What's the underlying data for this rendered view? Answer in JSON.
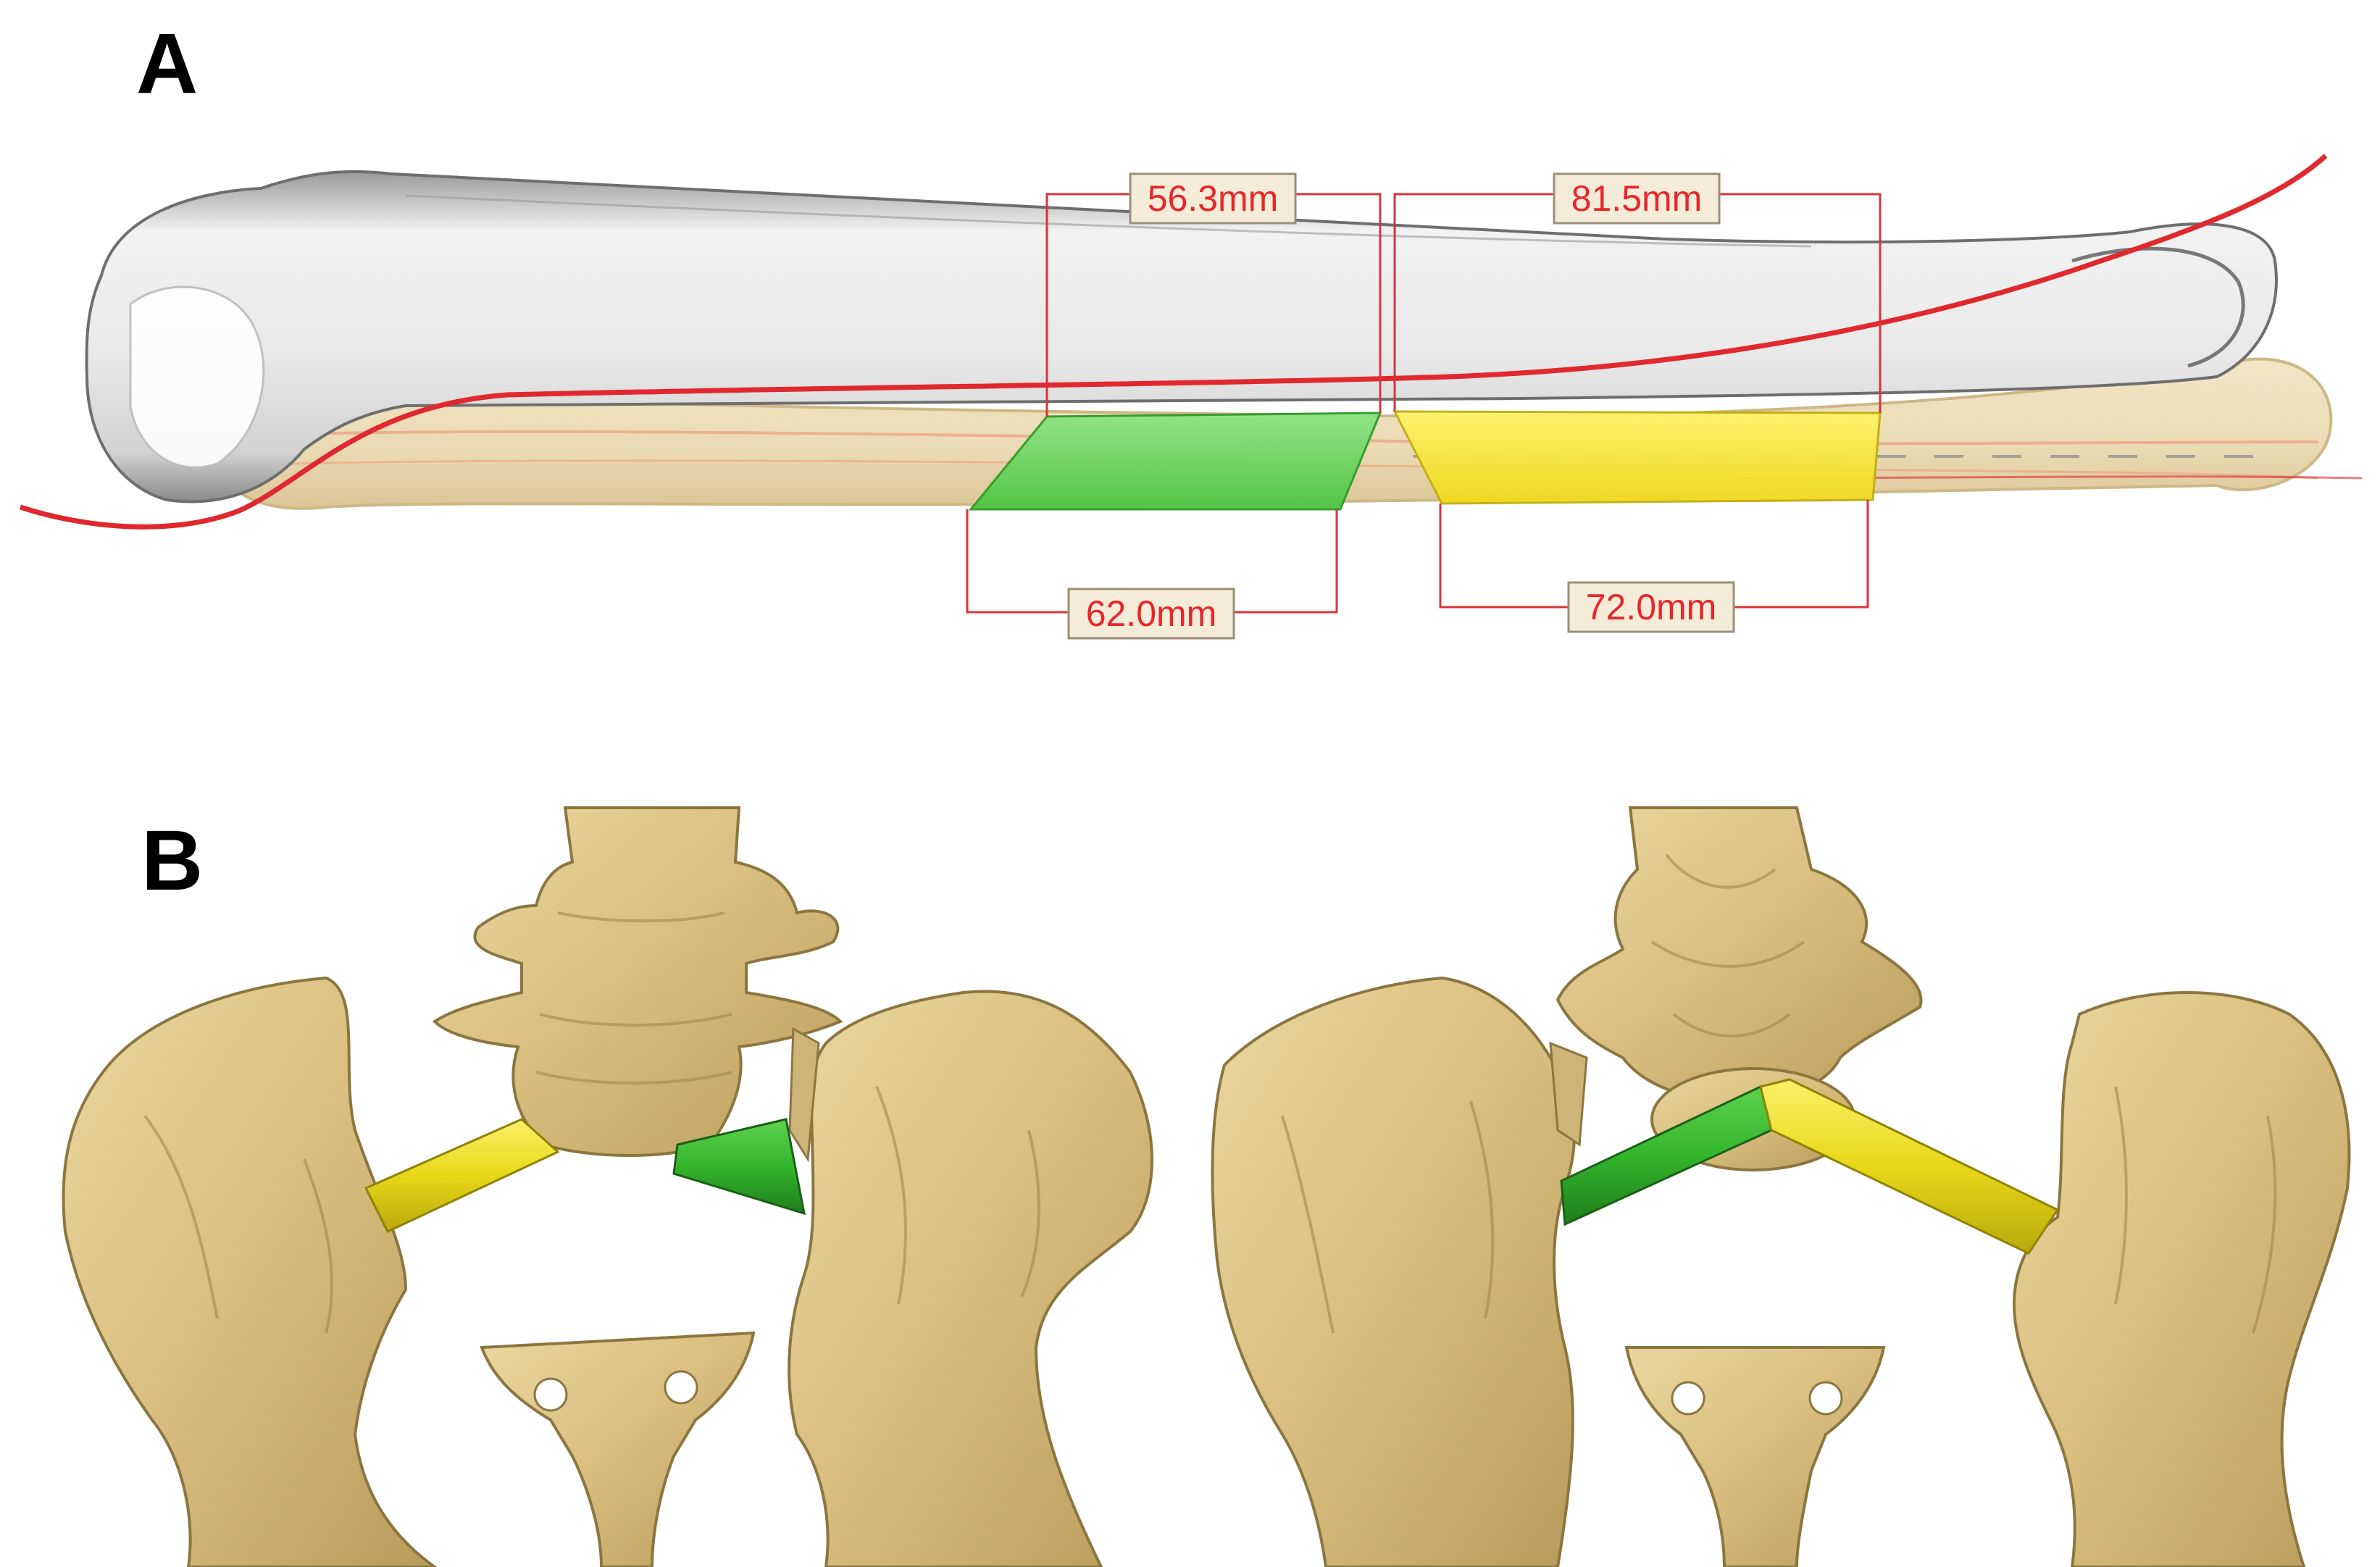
{
  "panels": {
    "a": {
      "label": "A",
      "measurements": {
        "top_left": "56.3mm",
        "top_right": "81.5mm",
        "bottom_left": "62.0mm",
        "bottom_right": "72.0mm"
      }
    },
    "b": {
      "label": "B"
    }
  },
  "colors": {
    "femur": "#e4e4e4",
    "fibula": "#ead9b2",
    "pelvis_bone": "#dcc588",
    "graft_green": "#3fc43a",
    "graft_yellow": "#f3e61c",
    "vessel_red": "#e0282f",
    "measure_red": "#e8262a"
  },
  "icons": {
    "femur": "femur-bone-icon",
    "fibula": "fibula-bone-icon",
    "pelvis": "pelvis-bone-icon"
  }
}
